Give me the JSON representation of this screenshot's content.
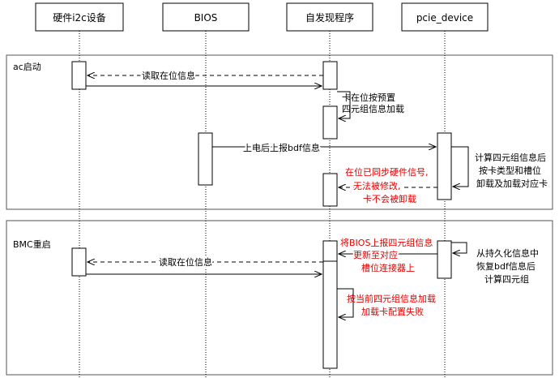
{
  "colors": {
    "line": "#000000",
    "box": "#000000",
    "section_border": "#555555",
    "red_text": "#e00000",
    "background": "#ffffff"
  },
  "participants": [
    "硬件i2c设备",
    "BIOS",
    "自发现程序",
    "pcie_device"
  ],
  "sections": {
    "ac": "ac启动",
    "bmc": "BMC重启"
  },
  "messages": {
    "m1": "读取在位信息",
    "m2_line1": "卡在位按预置",
    "m2_line2": "四元组信息加载",
    "m3": "上电后上报bdf信息",
    "m4_line1": "计算四元组信息后",
    "m4_line2": "按卡类型和槽位",
    "m4_line3": "卸载及加载对应卡",
    "m5_line1": "在位已同步硬件信号,",
    "m5_line2": "无法被修改,",
    "m5_line3": "卡不会被卸载",
    "m6_line1": "从持久化信息中",
    "m6_line2": "恢复bdf信息后",
    "m6_line3": "计算四元组",
    "m7_line1": "将BIOS上报四元组信息",
    "m7_line2": "更新至对应",
    "m7_line3": "槽位连接器上",
    "m8": "读取在位信息",
    "m9_line1": "按当前四元组信息加载",
    "m9_line2": "加载卡配置失败"
  }
}
